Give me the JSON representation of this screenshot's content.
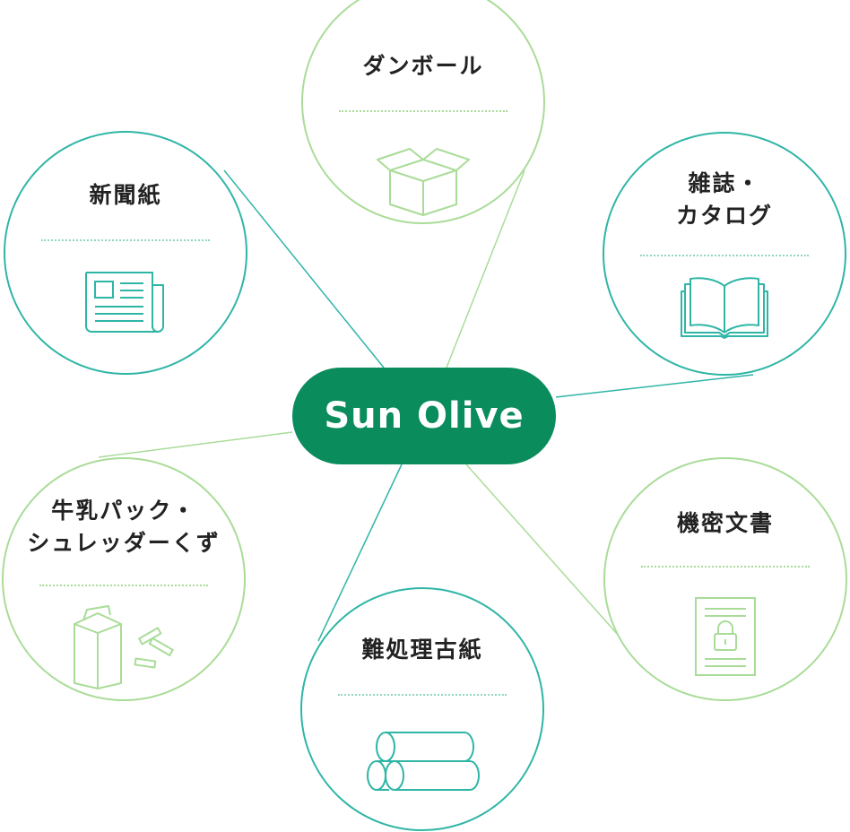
{
  "center": {
    "label": "Sun Olive"
  },
  "nodes": {
    "cardboard": {
      "label": "ダンボール",
      "icon": "box-icon"
    },
    "newspaper": {
      "label": "新聞紙",
      "icon": "newspaper-icon"
    },
    "magazine": {
      "line1": "雑誌・",
      "line2": "カタログ",
      "icon": "open-book-icon"
    },
    "milk": {
      "line1": "牛乳パック・",
      "line2": "シュレッダーくず",
      "icon": "milk-carton-icon"
    },
    "confidential": {
      "label": "機密文書",
      "icon": "locked-document-icon"
    },
    "difficult": {
      "label": "難処理古紙",
      "icon": "paper-rolls-icon"
    }
  },
  "colors": {
    "center": "#0a8c5c",
    "teal": "#2fb5a6",
    "light_green": "#a9dc98",
    "text": "#222222"
  }
}
